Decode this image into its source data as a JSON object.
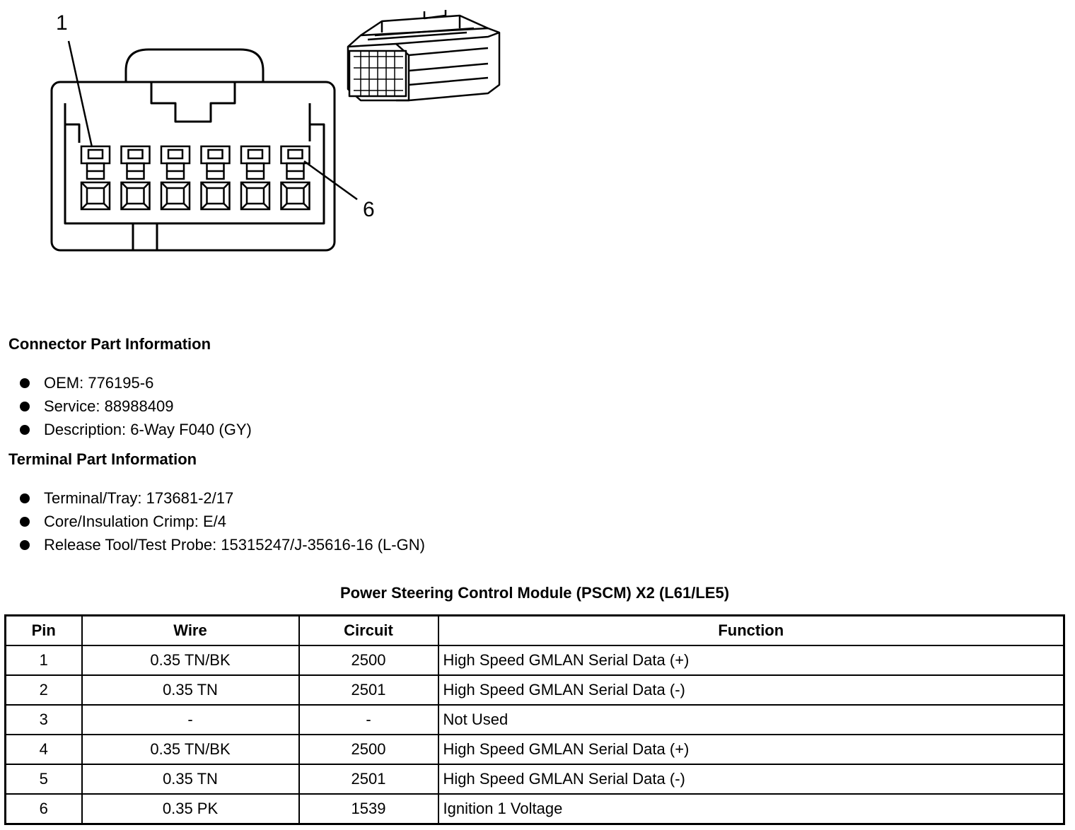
{
  "diagram": {
    "callouts": {
      "first": "1",
      "last": "6"
    }
  },
  "connector_info": {
    "heading": "Connector Part Information",
    "items": [
      "OEM: 776195-6",
      "Service: 88988409",
      "Description: 6-Way F040 (GY)"
    ]
  },
  "terminal_info": {
    "heading": "Terminal Part Information",
    "items": [
      "Terminal/Tray: 173681-2/17",
      "Core/Insulation Crimp: E/4",
      "Release Tool/Test Probe: 15315247/J-35616-16 (L-GN)"
    ]
  },
  "table": {
    "title": "Power Steering Control Module (PSCM) X2 (L61/LE5)",
    "headers": [
      "Pin",
      "Wire",
      "Circuit",
      "Function"
    ],
    "rows": [
      [
        "1",
        "0.35 TN/BK",
        "2500",
        "High Speed GMLAN Serial Data (+)"
      ],
      [
        "2",
        "0.35 TN",
        "2501",
        "High Speed GMLAN Serial Data (-)"
      ],
      [
        "3",
        "-",
        "-",
        "Not Used"
      ],
      [
        "4",
        "0.35 TN/BK",
        "2500",
        "High Speed GMLAN Serial Data (+)"
      ],
      [
        "5",
        "0.35 TN",
        "2501",
        "High Speed GMLAN Serial Data (-)"
      ],
      [
        "6",
        "0.35 PK",
        "1539",
        "Ignition 1 Voltage"
      ]
    ]
  }
}
